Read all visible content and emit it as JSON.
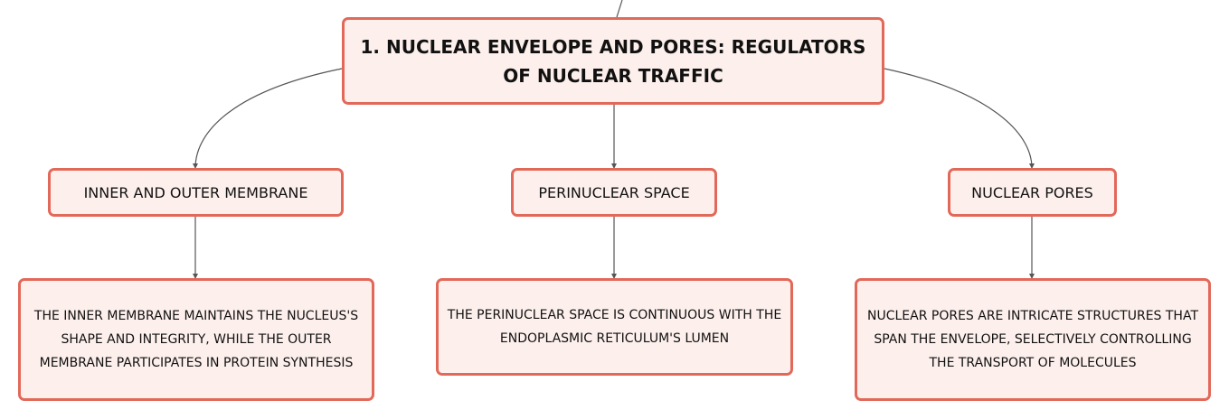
{
  "colors": {
    "node_fill": "#fdf0ec",
    "node_border": "#e2695a",
    "connector": "#555555",
    "text": "#111111"
  },
  "root": {
    "text": "1. NUCLEAR ENVELOPE AND PORES: REGULATORS OF NUCLEAR TRAFFIC"
  },
  "topics": [
    {
      "title": "INNER AND OUTER MEMBRANE",
      "detail": "THE INNER MEMBRANE MAINTAINS THE NUCLEUS'S SHAPE AND INTEGRITY, WHILE THE OUTER MEMBRANE PARTICIPATES IN PROTEIN SYNTHESIS"
    },
    {
      "title": "PERINUCLEAR SPACE",
      "detail": "THE PERINUCLEAR SPACE IS CONTINUOUS WITH THE ENDOPLASMIC RETICULUM'S LUMEN"
    },
    {
      "title": "NUCLEAR PORES",
      "detail": "NUCLEAR PORES ARE INTRICATE STRUCTURES THAT SPAN THE ENVELOPE, SELECTIVELY CONTROLLING THE TRANSPORT OF MOLECULES"
    }
  ]
}
